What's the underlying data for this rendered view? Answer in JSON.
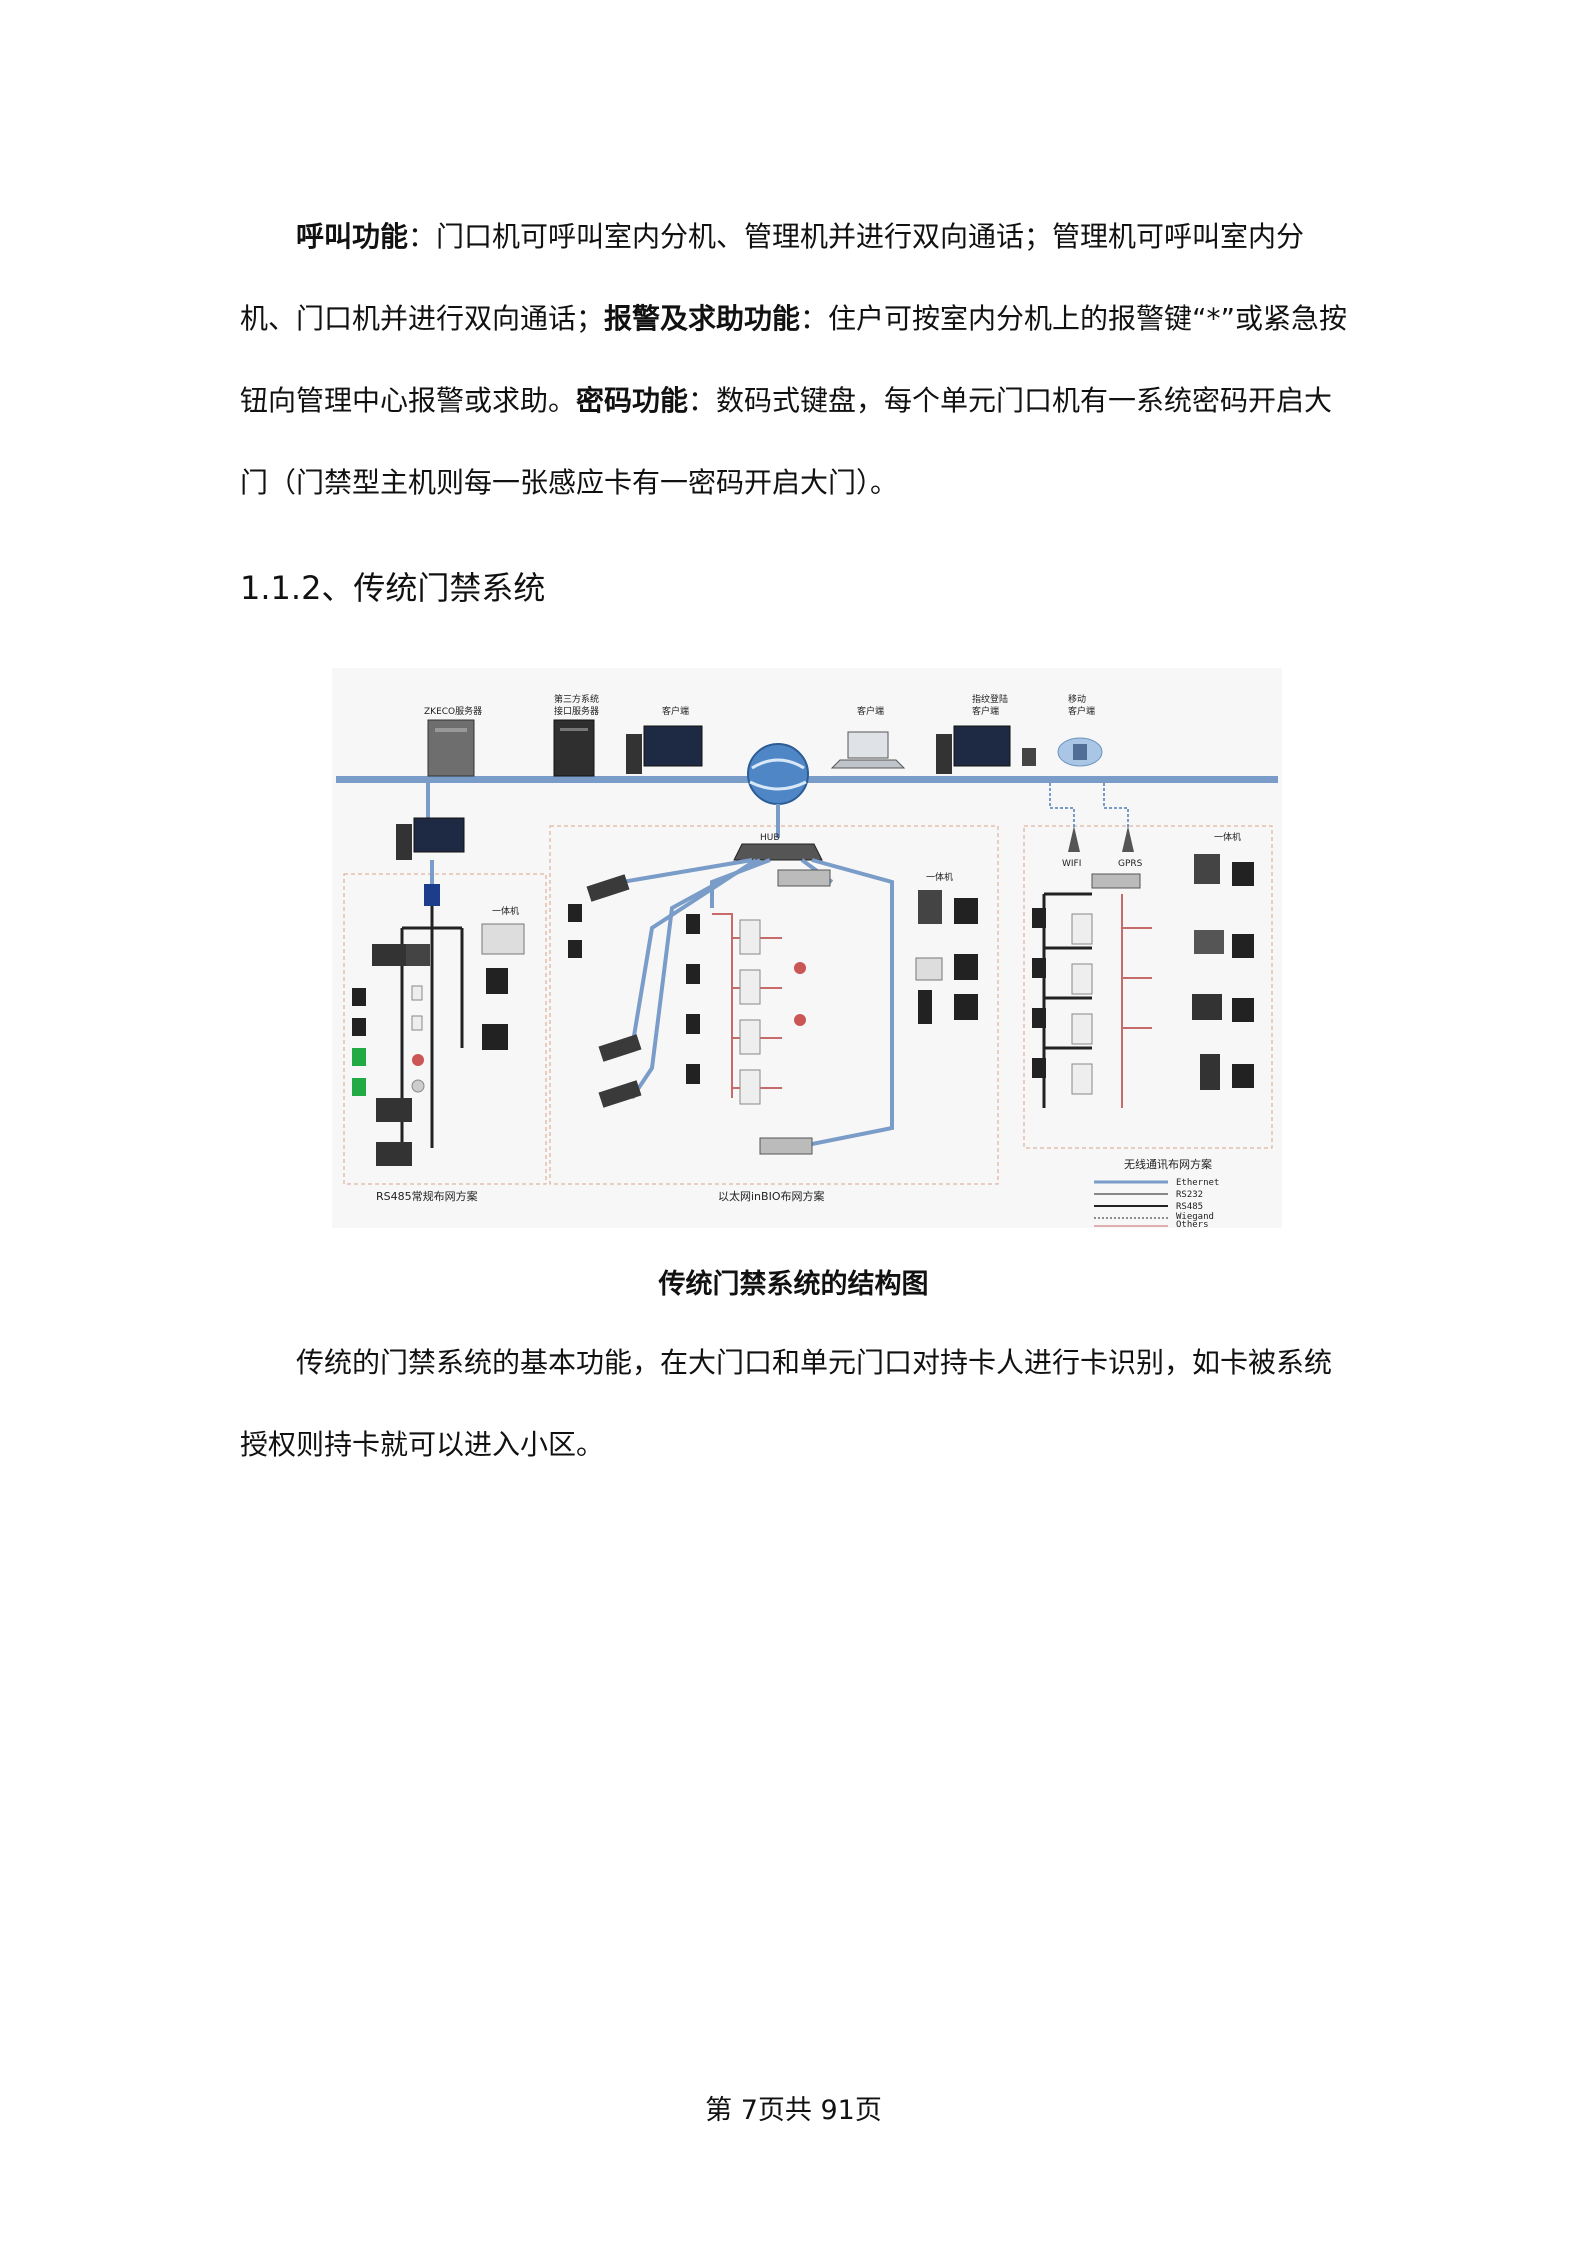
{
  "paragraph1": {
    "term1": "呼叫功能",
    "text1": "：门口机可呼叫室内分机、管理机并进行双向通话；管理机可呼叫室内分机、门口机并进行双向通话；",
    "term2": "报警及求助功能",
    "text2": "：住户可按室内分机上的报警键“*”或紧急按钮向管理中心报警或求助。",
    "term3": "密码功能",
    "text3": "：数码式键盘，每个单元门口机有一系统密码开启大门（门禁型主机则每一张感应卡有一密码开启大门）。"
  },
  "section_heading": "1.1.2、传统门禁系统",
  "diagram": {
    "top_labels": [
      "ZKECO服务器",
      "第三方系统",
      "接口服务器",
      "客户端",
      "客户端",
      "指纹登陆",
      "客户端",
      "移动",
      "客户端"
    ],
    "hub_label": "HUB",
    "panel_labels": [
      "一体机",
      "一体机",
      "一体机"
    ],
    "wireless_labels": [
      "WIFI",
      "GPRS"
    ],
    "zone_labels": [
      "RS485常规布网方案",
      "以太网inBIO布网方案",
      "无线通讯布网方案"
    ],
    "legend": [
      "Ethernet",
      "RS232",
      "RS485",
      "Wiegand",
      "Others"
    ],
    "colors": {
      "ethernet": "#7a9cc8",
      "rs485": "#222222",
      "others": "#c66a6a",
      "dashed_zone": "#d9a58a"
    }
  },
  "caption": "传统门禁系统的结构图",
  "paragraph2": "传统的门禁系统的基本功能，在大门口和单元门口对持卡人进行卡识别，如卡被系统授权则持卡就可以进入小区。",
  "footer": "第 7页共 91页"
}
